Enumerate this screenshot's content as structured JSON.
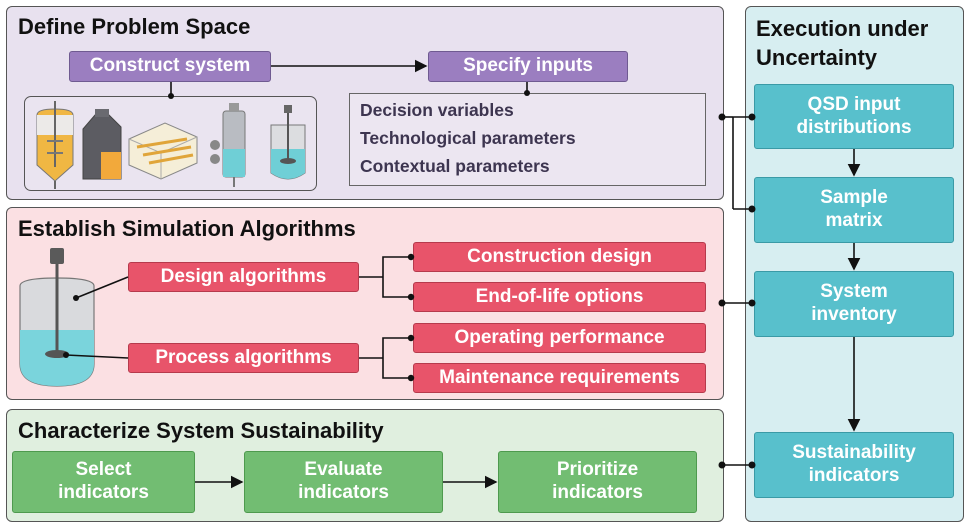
{
  "define": {
    "title": "Define Problem Space",
    "construct": "Construct system",
    "specify": "Specify inputs",
    "inputs": [
      "Decision variables",
      "Technological parameters",
      "Contextual parameters"
    ]
  },
  "establish": {
    "title": "Establish Simulation Algorithms",
    "design": "Design algorithms",
    "process": "Process algorithms",
    "design_outputs": [
      "Construction design",
      "End-of-life options"
    ],
    "process_outputs": [
      "Operating performance",
      "Maintenance requirements"
    ]
  },
  "characterize": {
    "title": "Characterize System Sustainability",
    "steps": [
      "Select\nindicators",
      "Evaluate\nindicators",
      "Prioritize\nindicators"
    ]
  },
  "execution": {
    "title": "Execution under\nUncertainty",
    "steps": [
      "QSD input\ndistributions",
      "Sample\nmatrix",
      "System\ninventory",
      "Sustainability\nindicators"
    ]
  },
  "icons": [
    "tank-reactor-icon",
    "jerrycan-icon",
    "settling-basin-icon",
    "column-reactor-icon",
    "mixing-tank-icon"
  ],
  "colors": {
    "define_bg": "#e8e1ef",
    "establish_bg": "#fbe0e3",
    "characterize_bg": "#e0efdf",
    "execution_bg": "#d7eef1",
    "purple": "#9b7ec0",
    "red": "#e8546a",
    "green": "#72bd72",
    "teal": "#58c0cc"
  }
}
